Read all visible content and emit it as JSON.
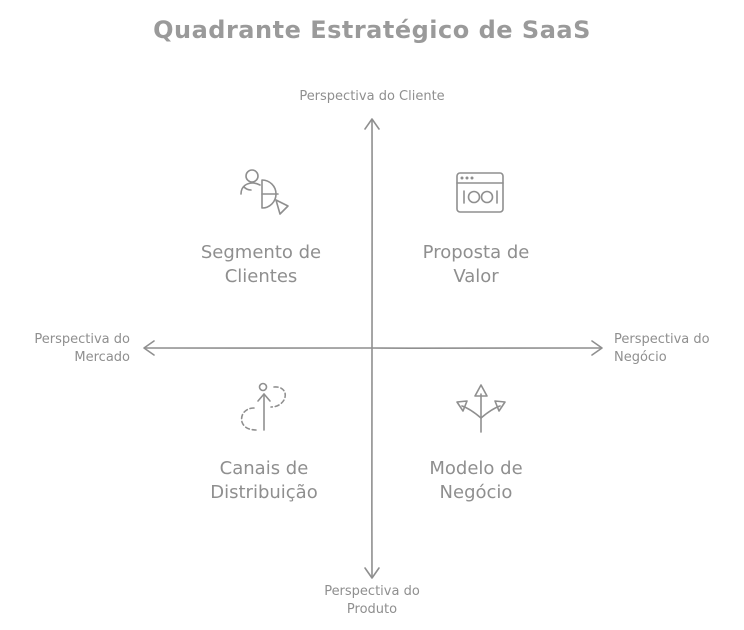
{
  "title": "Quadrante Estratégico de SaaS",
  "axes": {
    "top": "Perspectiva do Cliente",
    "bottom": [
      "Perspectiva do",
      "Produto"
    ],
    "left": [
      "Perspectiva do",
      "Mercado"
    ],
    "right": [
      "Perspectiva do",
      "Negócio"
    ]
  },
  "quadrants": {
    "top_left": {
      "lines": [
        "Segmento de",
        "Clientes"
      ],
      "icon": "customer-segment-icon"
    },
    "top_right": {
      "lines": [
        "Proposta de",
        "Valor"
      ],
      "icon": "browser-window-icon"
    },
    "bottom_left": {
      "lines": [
        "Canais de",
        "Distribuição"
      ],
      "icon": "distribution-channel-icon"
    },
    "bottom_right": {
      "lines": [
        "Modelo de",
        "Negócio"
      ],
      "icon": "branching-arrows-icon"
    }
  },
  "colors": {
    "stroke": "#8f8f8f",
    "text": "#8f8f8f"
  }
}
